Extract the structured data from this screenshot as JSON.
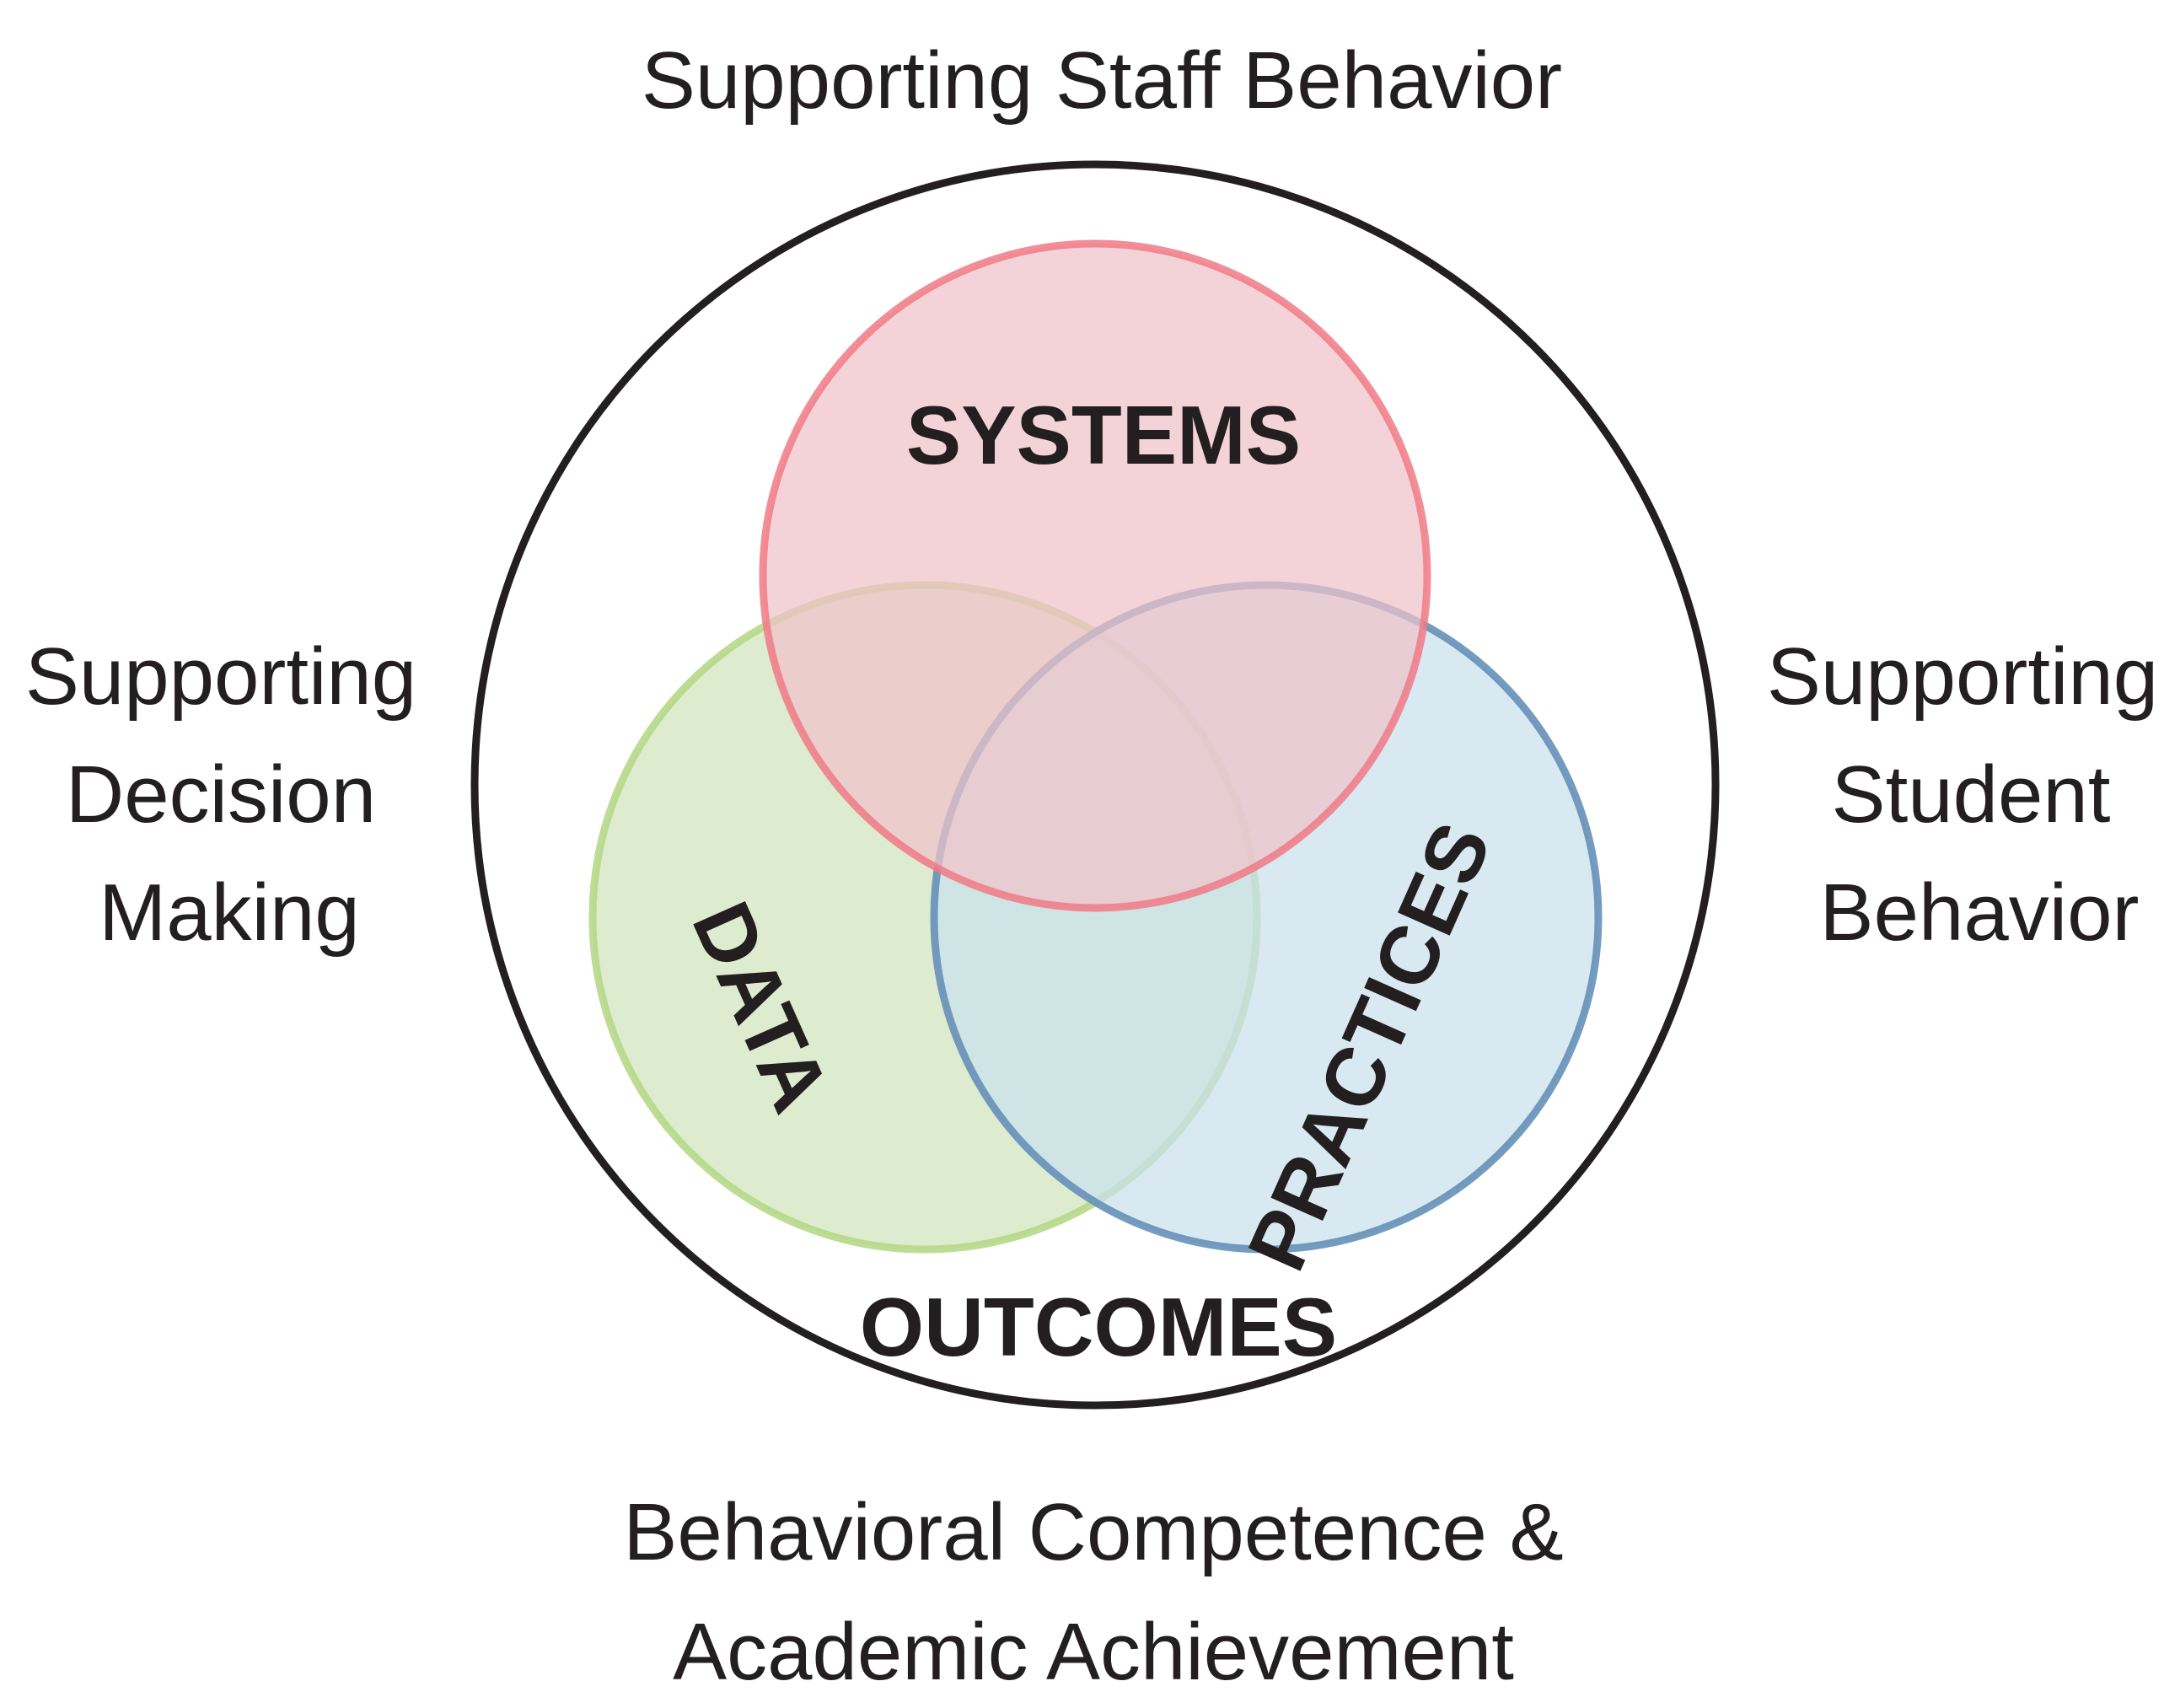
{
  "diagram": {
    "top_label": "Supporting Staff Behavior",
    "left_label": [
      "Supporting",
      "Decision",
      "Making"
    ],
    "right_label": [
      "Supporting",
      "Student",
      "Behavior"
    ],
    "bottom_label": [
      "Behavioral Competence &",
      "Academic Achievement"
    ],
    "outer_core_label": "OUTCOMES",
    "circles": {
      "systems": {
        "label": "SYSTEMS"
      },
      "data": {
        "label": "DATA"
      },
      "practices": {
        "label": "PRACTICES"
      }
    },
    "colors": {
      "outer_stroke": "#231f20",
      "systems_stroke": "#f07a86",
      "systems_fill": "#f3cfd4",
      "data_stroke": "#b6d888",
      "data_fill": "#d7e9c7",
      "practices_stroke": "#6690b8",
      "practices_fill": "#d2e6f0",
      "text": "#231f20"
    }
  }
}
